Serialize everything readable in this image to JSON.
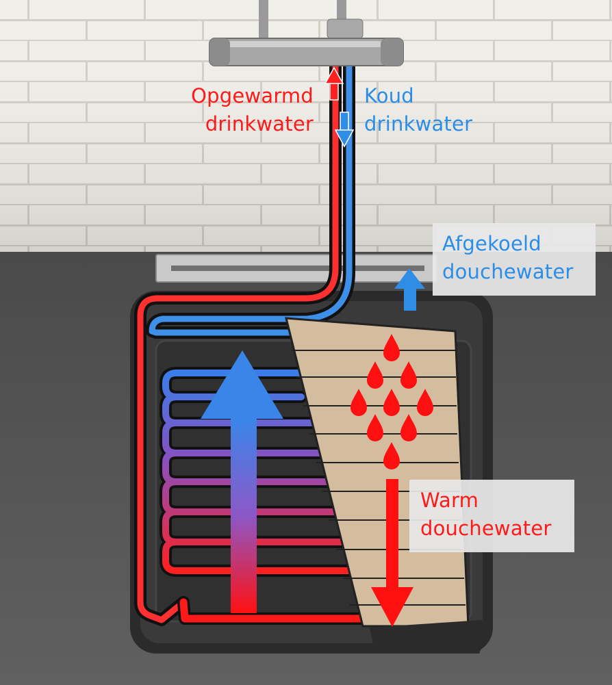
{
  "labels": {
    "heated_drinking_water": [
      "Opgewarmd",
      "drinkwater"
    ],
    "cold_drinking_water": [
      "Koud",
      "drinkwater"
    ],
    "cooled_shower_water": [
      "Afgekoeld",
      "douchewater"
    ],
    "warm_shower_water": [
      "Warm",
      "douchewater"
    ]
  },
  "colors": {
    "hot": "#ff1a1a",
    "cold": "#2a8ee8",
    "brick": "#f2f0ea",
    "mortar": "#d6d3cc",
    "floor": "#5b5b5b",
    "tray": "#2e2e2e",
    "wood": "#d2b89c"
  }
}
